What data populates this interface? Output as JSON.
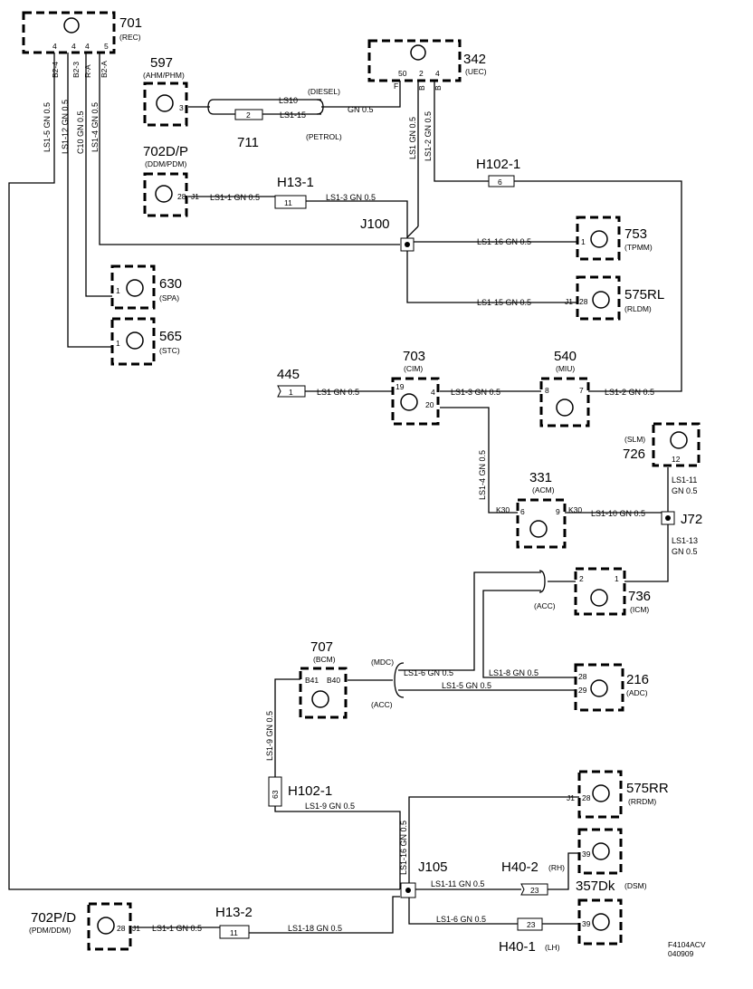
{
  "components": {
    "rec": {
      "id": "701",
      "name": "(REC)",
      "pins": [
        "4",
        "4",
        "4",
        "5"
      ]
    },
    "uec": {
      "id": "342",
      "name": "(UEC)",
      "pins": [
        "50",
        "2",
        "4"
      ]
    },
    "ahm": {
      "id": "597",
      "name": "(AHM/PHM)",
      "pin": "3"
    },
    "ddm": {
      "id": "702D/P",
      "name": "(DDM/PDM)",
      "pin": "28",
      "conn": "J1"
    },
    "tpmm": {
      "id": "753",
      "name": "(TPMM)",
      "pin": "1"
    },
    "rldm": {
      "id": "575RL",
      "name": "(RLDM)",
      "pin": "28",
      "conn": "J1"
    },
    "spa": {
      "id": "630",
      "name": "(SPA)",
      "pin": "1"
    },
    "stc": {
      "id": "565",
      "name": "(STC)",
      "pin": "1"
    },
    "cim": {
      "id": "703",
      "name": "(CIM)",
      "pins": [
        "19",
        "4",
        "20"
      ]
    },
    "miu": {
      "id": "540",
      "name": "(MIU)",
      "pins": [
        "8",
        "7"
      ]
    },
    "slm": {
      "id": "726",
      "name": "(SLM)",
      "pin": "12"
    },
    "acm": {
      "id": "331",
      "name": "(ACM)",
      "pins": [
        "6",
        "9"
      ]
    },
    "icm": {
      "id": "736",
      "name": "(ICM)",
      "pins": [
        "2",
        "1"
      ]
    },
    "bcm": {
      "id": "707",
      "name": "(BCM)",
      "pins": [
        "B41",
        "B40"
      ]
    },
    "adc": {
      "id": "216",
      "name": "(ADC)",
      "pins": [
        "28",
        "29"
      ]
    },
    "rrdm": {
      "id": "575RR",
      "name": "(RRDM)",
      "pin": "28",
      "conn": "J1"
    },
    "dsm": {
      "id": "357Dk",
      "name": "(DSM)",
      "pin": "39"
    },
    "pdm": {
      "id": "702P/D",
      "name": "(PDM/DDM)",
      "pin": "28",
      "conn": "J1"
    }
  },
  "connectors": {
    "c711": {
      "id": "711",
      "pin": "2"
    },
    "h13_1": {
      "id": "H13-1",
      "pin": "11"
    },
    "h102_1_top": {
      "id": "H102-1",
      "pin": "6"
    },
    "c445": {
      "id": "445",
      "pin": "1"
    },
    "h102_1_bot": {
      "id": "H102-1",
      "pin": "63"
    },
    "h40_2": {
      "id": "H40-2",
      "pin": "23",
      "side": "(RH)"
    },
    "h40_1": {
      "id": "H40-1",
      "pin": "23",
      "side": "(LH)"
    },
    "h13_2": {
      "id": "H13-2",
      "pin": "11"
    }
  },
  "junctions": {
    "j100": "J100",
    "j72": "J72",
    "j105": "J105"
  },
  "wires": {
    "rec_w1": "LS1-5  GN  0.5",
    "rec_w2": "LS1-12  GN  0.5",
    "rec_w3": "C10  GN  0.5",
    "rec_w4": "LS1-4  GN  0.5",
    "rec_c1": "B2-4",
    "rec_c2": "B2-3",
    "rec_c3": "R-A",
    "rec_c4": "B2-A",
    "uec_w1": "LS1  GN  0.5",
    "uec_w2": "LS1-2  GN  0.5",
    "uec_c1": "F",
    "uec_c2": "B",
    "uec_c3": "B",
    "ls10": "LS10",
    "ls1_15_top": "LS1-15",
    "gn05_711": "GN  0.5",
    "diesel": "(DIESEL)",
    "petrol": "(PETROL)",
    "ddm_w": "LS1-1  GN  0.5",
    "h13_w": "LS1-3  GN  0.5",
    "tpmm_w": "LS1-16  GN  0.5",
    "rldm_w": "LS1-15  GN  0.5",
    "c445_w": "LS1  GN  0.5",
    "cim_miu_w": "LS1-3   GN  0.5",
    "miu_w": "LS1-2  GN  0.5",
    "acm_w": "LS1-4  GN  0.5",
    "k30_a": "K30",
    "k30_b": "K30",
    "acm_j72_w": "LS1-10  GN  0.5",
    "slm_w1": "LS1-11",
    "slm_w2": "GN  0.5",
    "j72_w1": "LS1-13",
    "j72_w2": "GN  0.5",
    "acc_icm": "(ACC)",
    "mdc": "(MDC)",
    "acc_bcm": "(ACC)",
    "bcm_w1": "LS1-6   GN   0.5",
    "bcm_w2": "LS1-8  GN  0.5",
    "bcm_w3": "LS1-5   GN   0.5",
    "bcm_h102_w": "LS1-9  GN  0.5",
    "h102_j105_w": "LS1-9   GN   0.5",
    "j105_up_w": "LS1-16  GN  0.5",
    "j105_h40_2_w": "LS1-11   GN   0.5",
    "j105_h40_1_w": "LS1-6    GN    0.5",
    "pdm_w": "LS1-1  GN  0.5",
    "h13_2_w": "LS1-18  GN  0.5"
  },
  "footer": {
    "code": "F4104ACV",
    "date": "040909"
  }
}
